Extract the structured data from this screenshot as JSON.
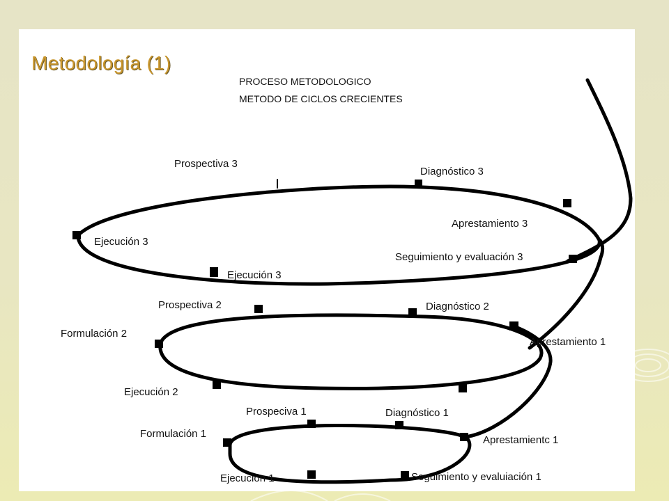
{
  "slide": {
    "title": "Metodología  (1)"
  },
  "diagram": {
    "heading_line1": "PROCESO METODOLOGICO",
    "heading_line2": "METODO DE CICLOS CRECIENTES",
    "labels": {
      "prospectiva_3": "Prospectiva 3",
      "diagnostico_3": "Diagnóstico 3",
      "apresta_3": "Aprestamiento 3",
      "ejec_3_left": "Ejecución 3",
      "seguimiento_3": "Seguimiento y evaluación 3",
      "ejec_3_bottom": "Ejecución 3",
      "prospectiva_2": "Prospectiva 2",
      "diagnostico_2": "Diagnóstico 2",
      "formulacion_2": "Formulación 2",
      "apresta_1_mid": "Aprestamiento 1",
      "ejec_2": "Ejecución 2",
      "prospectiva_1": "Prospeciva 1",
      "diagnostico_1": "Diagnóstico 1",
      "formulacion_1": "Formulación 1",
      "apresta_1": "Aprestamientc 1",
      "ejec_1": "Ejecución 1",
      "seguimiento_1": "Seguimiento y evaluiación 1"
    },
    "colors": {
      "title": "#c9962d",
      "line": "#000000",
      "background": "#e6e4c6"
    }
  }
}
